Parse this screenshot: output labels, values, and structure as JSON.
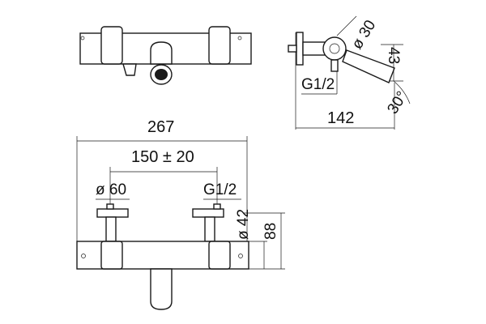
{
  "colors": {
    "ink": "#1a1a1a",
    "paper": "#ffffff"
  },
  "side_view": {
    "diameter_label": "ø 30",
    "height_label": "43",
    "thread_label": "G1/2",
    "angle_label": "30°",
    "depth_label": "142"
  },
  "front_view": {
    "width_label": "267",
    "spacing_label": "150 ± 20",
    "left_diameter_label": "ø 60",
    "thread_label": "G1/2",
    "body_diameter_label": "ø 42",
    "height_label": "88"
  }
}
